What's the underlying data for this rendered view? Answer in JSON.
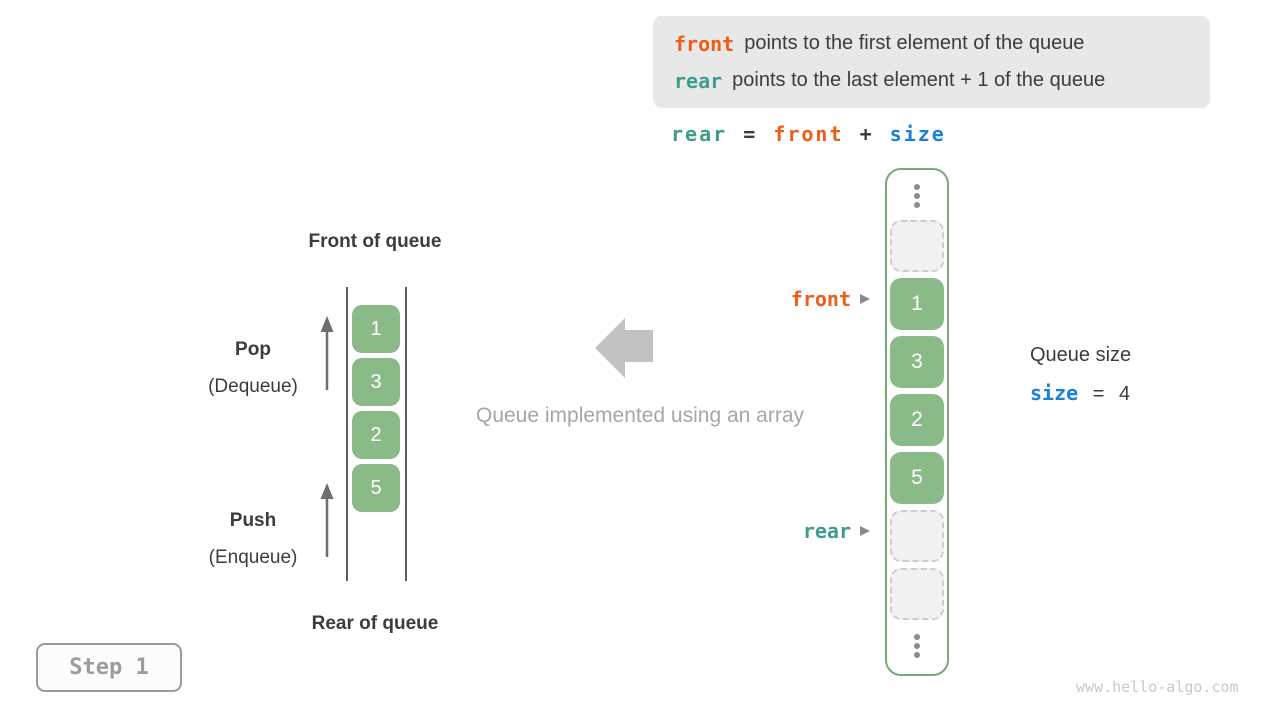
{
  "colors": {
    "orange": "#ED5E16",
    "teal": "#3D9C8C",
    "blue": "#1B80D6",
    "green_fill": "#8ABA88",
    "green_border": "#74AB76",
    "dark_text": "#3C3C3C",
    "gray_caption": "#A6A6A6"
  },
  "explanation": {
    "line1": {
      "code": "front",
      "text": "points to the first element of the queue"
    },
    "line2": {
      "code": "rear",
      "text": "points to the last element + 1 of the queue"
    }
  },
  "formula": {
    "lhs": "rear",
    "eq": "=",
    "op1": "front",
    "plus": "+",
    "op2": "size"
  },
  "left_diagram": {
    "top_label": "Front of queue",
    "bottom_label": "Rear of queue",
    "pop_title": "Pop",
    "pop_subtitle": "(Dequeue)",
    "push_title": "Push",
    "push_subtitle": "(Enqueue)",
    "values": [
      "1",
      "3",
      "2",
      "5"
    ]
  },
  "middle": {
    "caption": "Queue implemented using an array"
  },
  "array_diagram": {
    "front_label": "front",
    "rear_label": "rear",
    "cells": [
      {
        "type": "empty",
        "value": ""
      },
      {
        "type": "filled",
        "value": "1"
      },
      {
        "type": "filled",
        "value": "3"
      },
      {
        "type": "filled",
        "value": "2"
      },
      {
        "type": "filled",
        "value": "5"
      },
      {
        "type": "empty",
        "value": ""
      },
      {
        "type": "empty",
        "value": ""
      }
    ]
  },
  "queue_size": {
    "label": "Queue size",
    "code": "size",
    "eq": "=",
    "value": "4"
  },
  "step": {
    "label": "Step 1"
  },
  "watermark": "www.hello-algo.com"
}
